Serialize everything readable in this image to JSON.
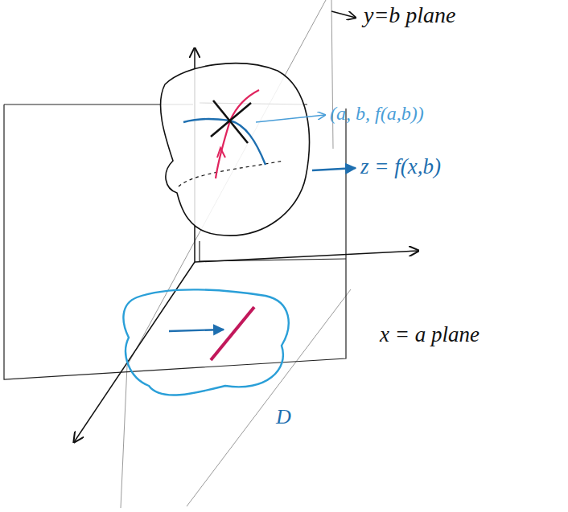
{
  "diagram": {
    "labels": [
      "y=b plane",
      "(a, b, f(a,b))",
      "z = f(x,b)",
      "x = a plane",
      "D"
    ]
  }
}
